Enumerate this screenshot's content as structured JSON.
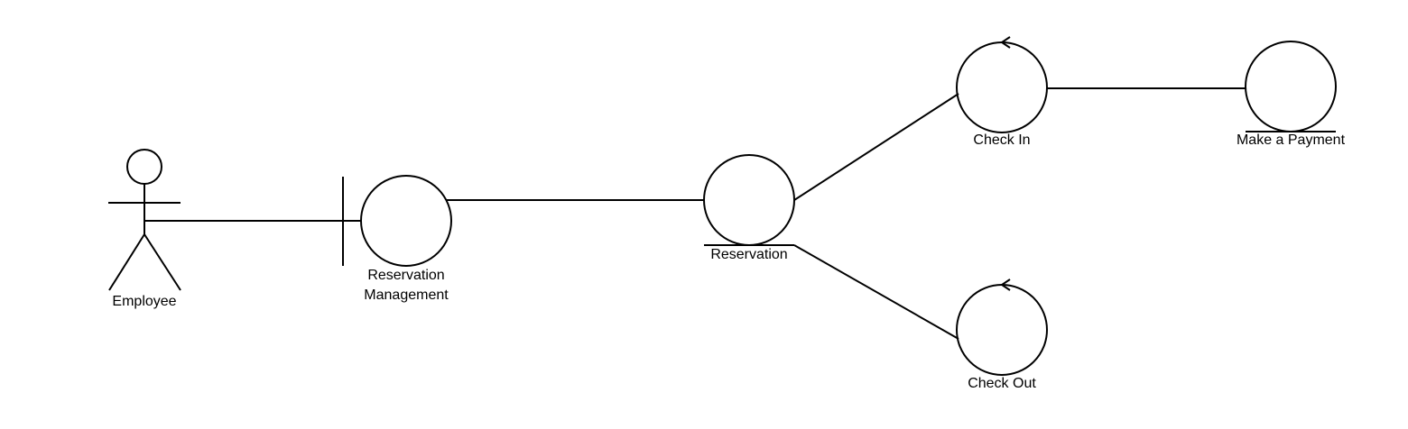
{
  "diagram": {
    "type": "robustness-diagram",
    "stroke_color": "#000000",
    "background_color": "#ffffff",
    "nodes": {
      "employee": {
        "kind": "actor",
        "label": "Employee"
      },
      "reservation_management": {
        "kind": "boundary",
        "label_line1": "Reservation",
        "label_line2": "Management"
      },
      "reservation": {
        "kind": "entity",
        "label": "Reservation"
      },
      "check_in": {
        "kind": "control",
        "label": "Check In"
      },
      "check_out": {
        "kind": "control",
        "label": "Check Out"
      },
      "make_payment": {
        "kind": "entity",
        "label": "Make a Payment"
      }
    },
    "connections": [
      {
        "from": "Employee",
        "to": "Reservation Management"
      },
      {
        "from": "Reservation Management",
        "to": "Reservation"
      },
      {
        "from": "Reservation",
        "to": "Check In"
      },
      {
        "from": "Reservation",
        "to": "Check Out"
      },
      {
        "from": "Check In",
        "to": "Make a Payment"
      }
    ]
  }
}
